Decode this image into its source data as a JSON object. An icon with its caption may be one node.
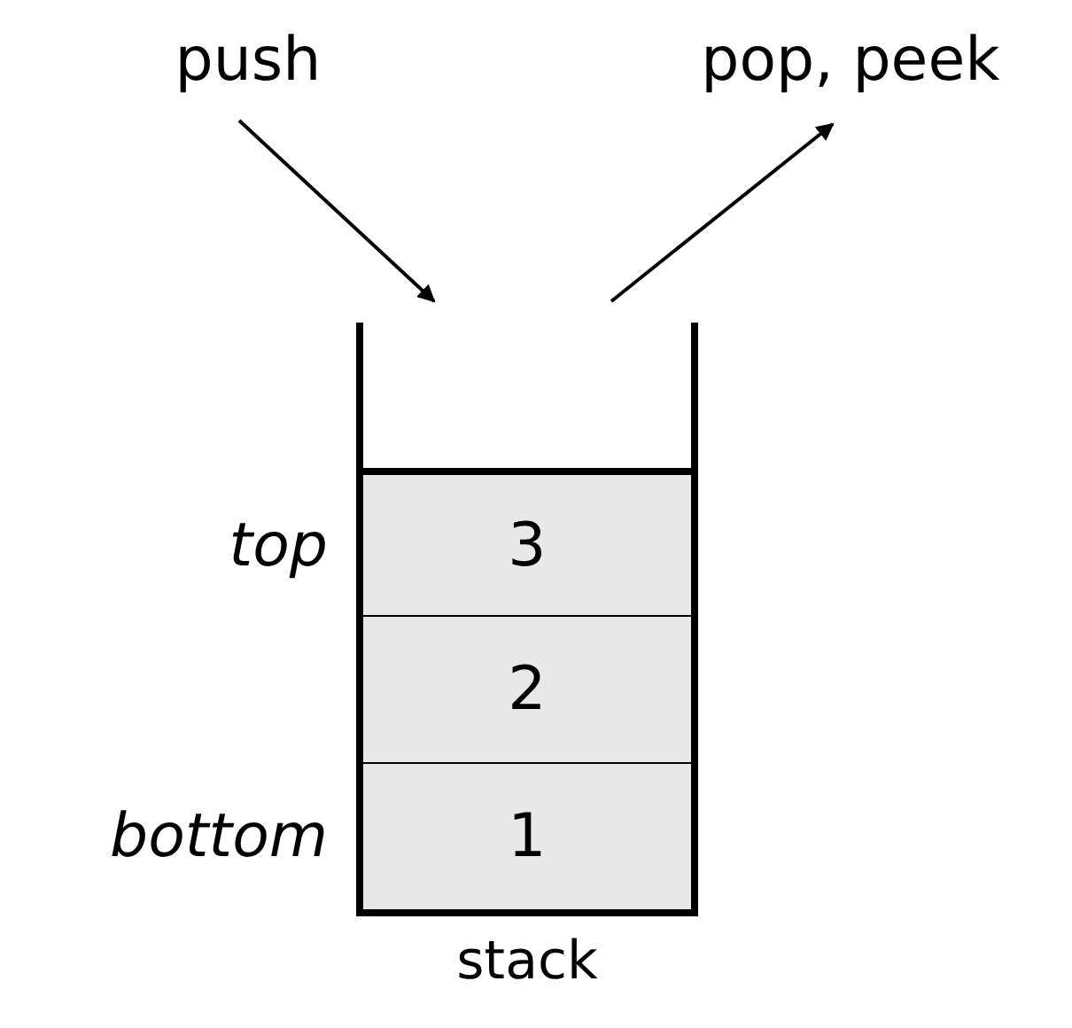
{
  "diagram": {
    "nodes": [
      {
        "text": [
          "push"
        ]
      },
      {
        "text": [
          "pop, peek"
        ]
      },
      {
        "text": [
          "stack"
        ]
      },
      {
        "text": [
          "3"
        ],
        "in": 2,
        "beside": [
          "top"
        ]
      },
      {
        "text": [
          "2"
        ],
        "in": 2
      },
      {
        "text": [
          "1"
        ],
        "in": 2,
        "beside": [
          "bottom"
        ]
      }
    ],
    "edges": [
      {
        "from": 0,
        "to": 2,
        "arrow": "to"
      },
      {
        "from": 2,
        "to": 1,
        "arrow": "to"
      }
    ]
  }
}
